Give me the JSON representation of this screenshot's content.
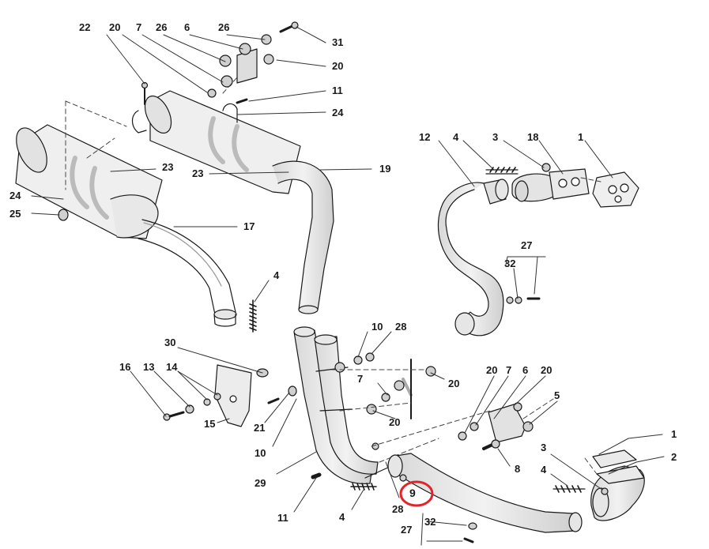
{
  "diagram": {
    "highlight_color": "#e0242c",
    "line_color": "#1a1a1a",
    "part_fill": "#ececec",
    "part_shade": "#bdbdbd",
    "labels": {
      "p22": "22",
      "p20a": "20",
      "p7a": "7",
      "p26a": "26",
      "p6a": "6",
      "p26b": "26",
      "p31": "31",
      "p20b": "20",
      "p11a": "11",
      "p24a": "24",
      "p23a": "23",
      "p23b": "23",
      "p19": "19",
      "p24b": "24",
      "p25": "25",
      "p17": "17",
      "p4a": "4",
      "p12": "12",
      "p4b": "4",
      "p3a": "3",
      "p18": "18",
      "p1a": "1",
      "p27a": "27",
      "p32a": "32",
      "p30": "30",
      "p10a": "10",
      "p28a": "28",
      "p16": "16",
      "p13": "13",
      "p14": "14",
      "p15": "15",
      "p21": "21",
      "p7b": "7",
      "p20c": "20",
      "p20d": "20",
      "p10b": "10",
      "p29": "29",
      "p11b": "11",
      "p4c": "4",
      "p28b": "28",
      "p9": "9",
      "p27b": "27",
      "p32b": "32",
      "p20e": "20",
      "p7c": "7",
      "p20f": "20",
      "p6b": "6",
      "p5": "5",
      "p8": "8",
      "p3b": "3",
      "p4d": "4",
      "p1b": "1",
      "p2": "2"
    }
  }
}
